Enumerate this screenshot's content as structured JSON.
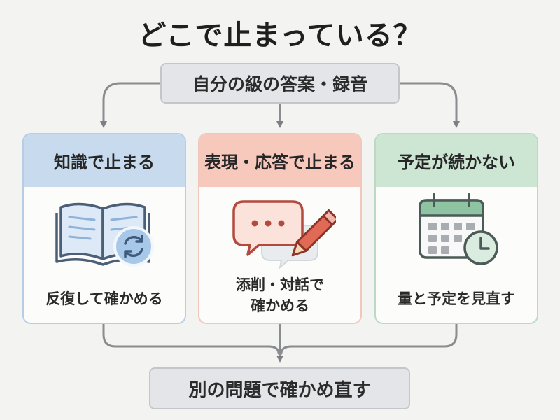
{
  "title": "どこで止まっている？",
  "top_box": "自分の級の答案・録音",
  "cards": [
    {
      "heading": "知識で止まる",
      "icon": "book-refresh-icon",
      "caption_lines": [
        "反復して確かめる"
      ],
      "header_color": "#c7daee"
    },
    {
      "heading": "表現・応答で止まる",
      "icon": "speech-bubble-pencil-icon",
      "caption_lines": [
        "添削・対話で",
        "確かめる"
      ],
      "header_color": "#f7c9bd"
    },
    {
      "heading": "予定が続かない",
      "icon": "calendar-clock-icon",
      "caption_lines": [
        "量と予定を見直す"
      ],
      "header_color": "#cde6d3"
    }
  ],
  "bottom_box": "別の問題で確かめ直す"
}
